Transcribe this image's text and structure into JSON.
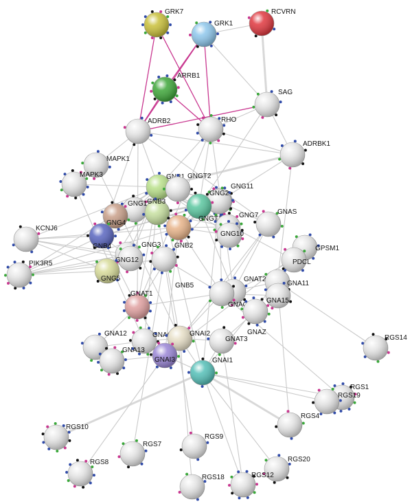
{
  "nodes": [
    {
      "id": "GRK7",
      "label": "GRK7",
      "color": "#c9c03a"
    },
    {
      "id": "GRK1",
      "label": "GRK1",
      "color": "#8ec7ec"
    },
    {
      "id": "RCVRN",
      "label": "RCVRN",
      "color": "#e0383f"
    },
    {
      "id": "ARRB1",
      "label": "ARRB1",
      "color": "#3fa73a"
    },
    {
      "id": "SAG",
      "label": "SAG",
      "color": "#e8e8e8"
    },
    {
      "id": "ADRB2",
      "label": "ADRB2",
      "color": "#e8e8e8"
    },
    {
      "id": "RHO",
      "label": "RHO",
      "color": "#e8e8e8"
    },
    {
      "id": "ADRBK1",
      "label": "ADRBK1",
      "color": "#e8e8e8"
    },
    {
      "id": "MAPK1",
      "label": "MAPK1",
      "color": "#e8e8e8"
    },
    {
      "id": "MAPK3",
      "label": "MAPK3",
      "color": "#e8e8e8"
    },
    {
      "id": "GNB1",
      "label": "GNB1",
      "color": "#b9e08a"
    },
    {
      "id": "GNGT2",
      "label": "GNGT2",
      "color": "#e8e8e8"
    },
    {
      "id": "GNG11",
      "label": "GNG11",
      "color": "#e8e8e8"
    },
    {
      "id": "GNG13",
      "label": "GNG13",
      "color": "#e8e8e8"
    },
    {
      "id": "GNB3",
      "label": "GNB3",
      "color": "#c7e0a0"
    },
    {
      "id": "GNG2",
      "label": "GNG2",
      "color": "#e8e8e8"
    },
    {
      "id": "GNG4",
      "label": "GNG4",
      "color": "#c9a08a"
    },
    {
      "id": "GNGT1",
      "label": "GNGT1",
      "color": "#5bc7a0"
    },
    {
      "id": "GNG7",
      "label": "GNG7",
      "color": "#e8e8e8"
    },
    {
      "id": "GNAS",
      "label": "GNAS",
      "color": "#e8e8e8"
    },
    {
      "id": "KCNJ6",
      "label": "KCNJ6",
      "color": "#e8e8e8"
    },
    {
      "id": "GNG10",
      "label": "GNG10",
      "color": "#e8e8e8"
    },
    {
      "id": "GNB4",
      "label": "GNB4",
      "color": "#5a66c0"
    },
    {
      "id": "GNG3",
      "label": "GNG3",
      "color": "#e8e8e8"
    },
    {
      "id": "GNB2",
      "label": "GNB2",
      "color": "#e8b48a"
    },
    {
      "id": "GPSM1",
      "label": "GPSM1",
      "color": "#e8e8e8"
    },
    {
      "id": "PDCL",
      "label": "PDCL",
      "color": "#e8e8e8"
    },
    {
      "id": "PIK3R5",
      "label": "PIK3R5",
      "color": "#e8e8e8"
    },
    {
      "id": "GNG12",
      "label": "GNG12",
      "color": "#e8e8e8"
    },
    {
      "id": "GNG5",
      "label": "GNG5",
      "color": "#d8dc9a"
    },
    {
      "id": "GNB5",
      "label": "GNB5",
      "color": "#e8e8e8"
    },
    {
      "id": "GNAT2",
      "label": "GNAT2",
      "color": "#e8e8e8"
    },
    {
      "id": "GNA11",
      "label": "GNA11",
      "color": "#e8e8e8"
    },
    {
      "id": "GNAT1",
      "label": "GNAT1",
      "color": "#e0a0a0"
    },
    {
      "id": "GNAQ",
      "label": "GNAQ",
      "color": "#e8e8e8"
    },
    {
      "id": "GNA15",
      "label": "GNA15",
      "color": "#e8e8e8"
    },
    {
      "id": "GNAZ",
      "label": "GNAZ",
      "color": "#e8e8e8"
    },
    {
      "id": "RGS14",
      "label": "RGS14",
      "color": "#e8e8e8"
    },
    {
      "id": "GNA12",
      "label": "GNA12",
      "color": "#e8e8e8"
    },
    {
      "id": "GNAO1",
      "label": "GNAO1",
      "color": "#e8e8e8"
    },
    {
      "id": "GNAI2",
      "label": "GNAI2",
      "color": "#e8e0c8"
    },
    {
      "id": "GNAT3",
      "label": "GNAT3",
      "color": "#e8e8e8"
    },
    {
      "id": "GNA13",
      "label": "GNA13",
      "color": "#e8e8e8"
    },
    {
      "id": "GNAI3",
      "label": "GNAI3",
      "color": "#9a86d6"
    },
    {
      "id": "GNAI1",
      "label": "GNAI1",
      "color": "#55c0b8"
    },
    {
      "id": "RGS1",
      "label": "RGS1",
      "color": "#e8e8e8"
    },
    {
      "id": "RGS19",
      "label": "RGS19",
      "color": "#e8e8e8"
    },
    {
      "id": "RGS4",
      "label": "RGS4",
      "color": "#e8e8e8"
    },
    {
      "id": "RGS10",
      "label": "RGS10",
      "color": "#e8e8e8"
    },
    {
      "id": "RGS7",
      "label": "RGS7",
      "color": "#e8e8e8"
    },
    {
      "id": "RGS9",
      "label": "RGS9",
      "color": "#e8e8e8"
    },
    {
      "id": "RGS8",
      "label": "RGS8",
      "color": "#e8e8e8"
    },
    {
      "id": "RGS20",
      "label": "RGS20",
      "color": "#e8e8e8"
    },
    {
      "id": "RGS18",
      "label": "RGS18",
      "color": "#e8e8e8"
    },
    {
      "id": "RGS12",
      "label": "RGS12",
      "color": "#e8e8e8"
    }
  ],
  "edges": [
    {
      "a": "GRK7",
      "b": "ADRB2",
      "kind": "pink"
    },
    {
      "a": "GRK7",
      "b": "RHO",
      "kind": "pink"
    },
    {
      "a": "GRK1",
      "b": "ADRB2",
      "kind": "pink"
    },
    {
      "a": "GRK1",
      "b": "ARRB1",
      "kind": "pink"
    },
    {
      "a": "GRK1",
      "b": "RHO",
      "kind": "pink"
    },
    {
      "a": "ARRB1",
      "b": "ADRB2",
      "kind": "pink"
    },
    {
      "a": "ARRB1",
      "b": "RHO",
      "kind": "pink"
    },
    {
      "a": "SAG",
      "b": "ADRB2",
      "kind": "pink"
    },
    {
      "a": "RCVRN",
      "b": "SAG",
      "kind": "thick"
    },
    {
      "a": "RCVRN",
      "b": "GRK1",
      "kind": "grey"
    },
    {
      "a": "GRK1",
      "b": "SAG",
      "kind": "grey"
    },
    {
      "a": "SAG",
      "b": "RHO",
      "kind": "grey"
    },
    {
      "a": "SAG",
      "b": "ADRBK1",
      "kind": "grey"
    },
    {
      "a": "ADRBK1",
      "b": "GNB1",
      "kind": "thick"
    },
    {
      "a": "ADRBK1",
      "b": "GNG2",
      "kind": "grey"
    },
    {
      "a": "ADRBK1",
      "b": "ADRB2",
      "kind": "grey"
    },
    {
      "a": "ADRBK1",
      "b": "RHO",
      "kind": "grey"
    },
    {
      "a": "ADRBK1",
      "b": "GNA11",
      "kind": "grey"
    },
    {
      "a": "SAG",
      "b": "GNGT1",
      "kind": "grey"
    },
    {
      "a": "ADRB2",
      "b": "GNB1",
      "kind": "grey"
    },
    {
      "a": "ADRB2",
      "b": "GNB4",
      "kind": "grey"
    },
    {
      "a": "ADRB2",
      "b": "GNAS",
      "kind": "grey"
    },
    {
      "a": "ADRB2",
      "b": "MAPK1",
      "kind": "grey"
    },
    {
      "a": "ADRB2",
      "b": "GNAT1",
      "kind": "grey"
    },
    {
      "a": "RHO",
      "b": "GNAT1",
      "kind": "grey"
    },
    {
      "a": "RHO",
      "b": "GNGT1",
      "kind": "grey"
    },
    {
      "a": "RHO",
      "b": "GNB1",
      "kind": "grey"
    },
    {
      "a": "RHO",
      "b": "GNAT2",
      "kind": "grey"
    },
    {
      "a": "MAPK1",
      "b": "MAPK3",
      "kind": "thick"
    },
    {
      "a": "MAPK3",
      "b": "GNB1",
      "kind": "grey"
    },
    {
      "a": "MAPK3",
      "b": "GNAO1",
      "kind": "grey"
    },
    {
      "a": "MAPK1",
      "b": "GNAI2",
      "kind": "grey"
    },
    {
      "a": "KCNJ6",
      "b": "GNB1",
      "kind": "grey"
    },
    {
      "a": "KCNJ6",
      "b": "GNB2",
      "kind": "grey"
    },
    {
      "a": "KCNJ6",
      "b": "GNB4",
      "kind": "grey"
    },
    {
      "a": "KCNJ6",
      "b": "GNG12",
      "kind": "grey"
    },
    {
      "a": "KCNJ6",
      "b": "GNG5",
      "kind": "grey"
    },
    {
      "a": "KCNJ6",
      "b": "GNG3",
      "kind": "grey"
    },
    {
      "a": "PIK3R5",
      "b": "GNB1",
      "kind": "grey"
    },
    {
      "a": "PIK3R5",
      "b": "GNB4",
      "kind": "grey"
    },
    {
      "a": "PIK3R5",
      "b": "GNB2",
      "kind": "grey"
    },
    {
      "a": "PIK3R5",
      "b": "GNG12",
      "kind": "grey"
    },
    {
      "a": "PIK3R5",
      "b": "GNG5",
      "kind": "grey"
    },
    {
      "a": "PIK3R5",
      "b": "GNB5",
      "kind": "grey"
    },
    {
      "a": "PIK3R5",
      "b": "GNG3",
      "kind": "grey"
    },
    {
      "a": "GNB1",
      "b": "GNGT2",
      "kind": "grey"
    },
    {
      "a": "GNB1",
      "b": "GNG11",
      "kind": "grey"
    },
    {
      "a": "GNB1",
      "b": "GNG2",
      "kind": "grey"
    },
    {
      "a": "GNB1",
      "b": "GNG13",
      "kind": "grey"
    },
    {
      "a": "GNB1",
      "b": "GNGT1",
      "kind": "grey"
    },
    {
      "a": "GNB1",
      "b": "GNG4",
      "kind": "grey"
    },
    {
      "a": "GNB1",
      "b": "GNG7",
      "kind": "grey"
    },
    {
      "a": "GNB1",
      "b": "GNG10",
      "kind": "grey"
    },
    {
      "a": "GNB1",
      "b": "GNG3",
      "kind": "grey"
    },
    {
      "a": "GNB1",
      "b": "GNG12",
      "kind": "grey"
    },
    {
      "a": "GNB1",
      "b": "GNG5",
      "kind": "grey"
    },
    {
      "a": "GNB1",
      "b": "GNAT1",
      "kind": "grey"
    },
    {
      "a": "GNB1",
      "b": "GNAI1",
      "kind": "grey"
    },
    {
      "a": "GNB1",
      "b": "GNAO1",
      "kind": "grey"
    },
    {
      "a": "GNB1",
      "b": "PDCL",
      "kind": "grey"
    },
    {
      "a": "GNB3",
      "b": "GNG2",
      "kind": "grey"
    },
    {
      "a": "GNB3",
      "b": "GNGT1",
      "kind": "grey"
    },
    {
      "a": "GNB3",
      "b": "GNG11",
      "kind": "grey"
    },
    {
      "a": "GNB3",
      "b": "GNG7",
      "kind": "grey"
    },
    {
      "a": "GNB3",
      "b": "GNAI2",
      "kind": "grey"
    },
    {
      "a": "GNB2",
      "b": "GNG2",
      "kind": "grey"
    },
    {
      "a": "GNB2",
      "b": "GNGT1",
      "kind": "grey"
    },
    {
      "a": "GNB2",
      "b": "GNG10",
      "kind": "grey"
    },
    {
      "a": "GNB2",
      "b": "GNG7",
      "kind": "grey"
    },
    {
      "a": "GNB2",
      "b": "GNG11",
      "kind": "grey"
    },
    {
      "a": "GNB2",
      "b": "GNAI3",
      "kind": "grey"
    },
    {
      "a": "GNB2",
      "b": "GNAQ",
      "kind": "grey"
    },
    {
      "a": "GNB4",
      "b": "GNG2",
      "kind": "grey"
    },
    {
      "a": "GNB4",
      "b": "GNG4",
      "kind": "grey"
    },
    {
      "a": "GNB4",
      "b": "GNGT1",
      "kind": "grey"
    },
    {
      "a": "GNB4",
      "b": "GNG12",
      "kind": "grey"
    },
    {
      "a": "GNB4",
      "b": "GNAT1",
      "kind": "grey"
    },
    {
      "a": "GNB5",
      "b": "GNAQ",
      "kind": "grey"
    },
    {
      "a": "GNB5",
      "b": "RGS7",
      "kind": "grey"
    },
    {
      "a": "GNB5",
      "b": "RGS9",
      "kind": "grey"
    },
    {
      "a": "GNB5",
      "b": "GNG2",
      "kind": "grey"
    },
    {
      "a": "GNG2",
      "b": "GNAI1",
      "kind": "grey"
    },
    {
      "a": "GNG2",
      "b": "GNAQ",
      "kind": "grey"
    },
    {
      "a": "GNG2",
      "b": "GNAS",
      "kind": "grey"
    },
    {
      "a": "GNGT1",
      "b": "GNAT1",
      "kind": "grey"
    },
    {
      "a": "GNGT1",
      "b": "GNAT2",
      "kind": "grey"
    },
    {
      "a": "GNAS",
      "b": "GNAI2",
      "kind": "grey"
    },
    {
      "a": "GNAS",
      "b": "GNAQ",
      "kind": "grey"
    },
    {
      "a": "GNAS",
      "b": "GNAT2",
      "kind": "grey"
    },
    {
      "a": "GPSM1",
      "b": "GNAI1",
      "kind": "grey"
    },
    {
      "a": "GPSM1",
      "b": "GNAI3",
      "kind": "grey"
    },
    {
      "a": "PDCL",
      "b": "GNAT2",
      "kind": "grey"
    },
    {
      "a": "GNA11",
      "b": "GNAQ",
      "kind": "grey"
    },
    {
      "a": "GNA11",
      "b": "GNA15",
      "kind": "grey"
    },
    {
      "a": "GNA11",
      "b": "RGS14",
      "kind": "grey"
    },
    {
      "a": "GNA11",
      "b": "RGS4",
      "kind": "grey"
    },
    {
      "a": "GNAT1",
      "b": "GNAT2",
      "kind": "grey"
    },
    {
      "a": "GNAT1",
      "b": "GNAI3",
      "kind": "grey"
    },
    {
      "a": "GNAT1",
      "b": "GNA12",
      "kind": "grey"
    },
    {
      "a": "GNAT2",
      "b": "GNAQ",
      "kind": "grey"
    },
    {
      "a": "GNAQ",
      "b": "GNA15",
      "kind": "grey"
    },
    {
      "a": "GNAQ",
      "b": "GNAZ",
      "kind": "grey"
    },
    {
      "a": "GNAQ",
      "b": "GNAI2",
      "kind": "grey"
    },
    {
      "a": "GNAZ",
      "b": "GNAT3",
      "kind": "grey"
    },
    {
      "a": "GNA12",
      "b": "GNA13",
      "kind": "grey"
    },
    {
      "a": "GNA12",
      "b": "GNAO1",
      "kind": "grey"
    },
    {
      "a": "GNA13",
      "b": "GNAI3",
      "kind": "grey"
    },
    {
      "a": "GNAO1",
      "b": "GNAI3",
      "kind": "grey"
    },
    {
      "a": "GNAO1",
      "b": "GNAI2",
      "kind": "grey"
    },
    {
      "a": "GNAI2",
      "b": "GNAT3",
      "kind": "grey"
    },
    {
      "a": "GNAI2",
      "b": "GNAI1",
      "kind": "grey"
    },
    {
      "a": "GNAI3",
      "b": "GNAI1",
      "kind": "grey"
    },
    {
      "a": "GNAT3",
      "b": "GNAI1",
      "kind": "grey"
    },
    {
      "a": "GNAI1",
      "b": "RGS4",
      "kind": "thick"
    },
    {
      "a": "GNAI1",
      "b": "RGS19",
      "kind": "grey"
    },
    {
      "a": "GNAI1",
      "b": "RGS1",
      "kind": "grey"
    },
    {
      "a": "GNAI1",
      "b": "RGS10",
      "kind": "thick"
    },
    {
      "a": "GNAI1",
      "b": "RGS12",
      "kind": "grey"
    },
    {
      "a": "GNAI1",
      "b": "RGS20",
      "kind": "grey"
    },
    {
      "a": "GNAI3",
      "b": "RGS8",
      "kind": "grey"
    },
    {
      "a": "GNAI2",
      "b": "RGS18",
      "kind": "grey"
    },
    {
      "a": "GNAT3",
      "b": "RGS12",
      "kind": "grey"
    },
    {
      "a": "GNAQ",
      "b": "RGS1",
      "kind": "grey"
    }
  ]
}
